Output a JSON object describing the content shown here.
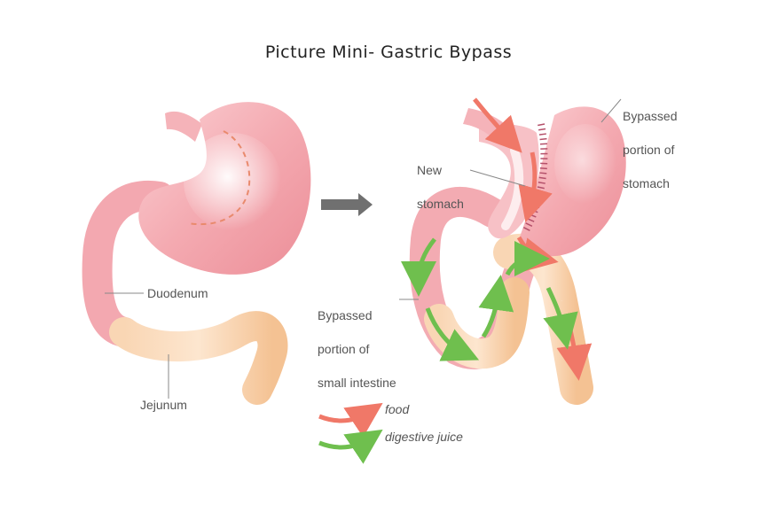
{
  "title": "Picture Mini- Gastric Bypass",
  "labels": {
    "duodenum": "Duodenum",
    "jejunum": "Jejunum",
    "new_stomach_line1": "New",
    "new_stomach_line2": "stomach",
    "bypassed_stomach_line1": "Bypassed",
    "bypassed_stomach_line2": "portion of",
    "bypassed_stomach_line3": "stomach",
    "bypassed_intestine_line1": "Bypassed",
    "bypassed_intestine_line2": "portion of",
    "bypassed_intestine_line3": "small intestine"
  },
  "legend": {
    "food": "food",
    "digestive_juice": "digestive juice"
  },
  "colors": {
    "stomach_pink": "#f2a3aa",
    "intestine_peach": "#f8cfa8",
    "food_arrow": "#f08a7a",
    "juice_arrow": "#7cc35a",
    "transition_arrow": "#707070"
  }
}
